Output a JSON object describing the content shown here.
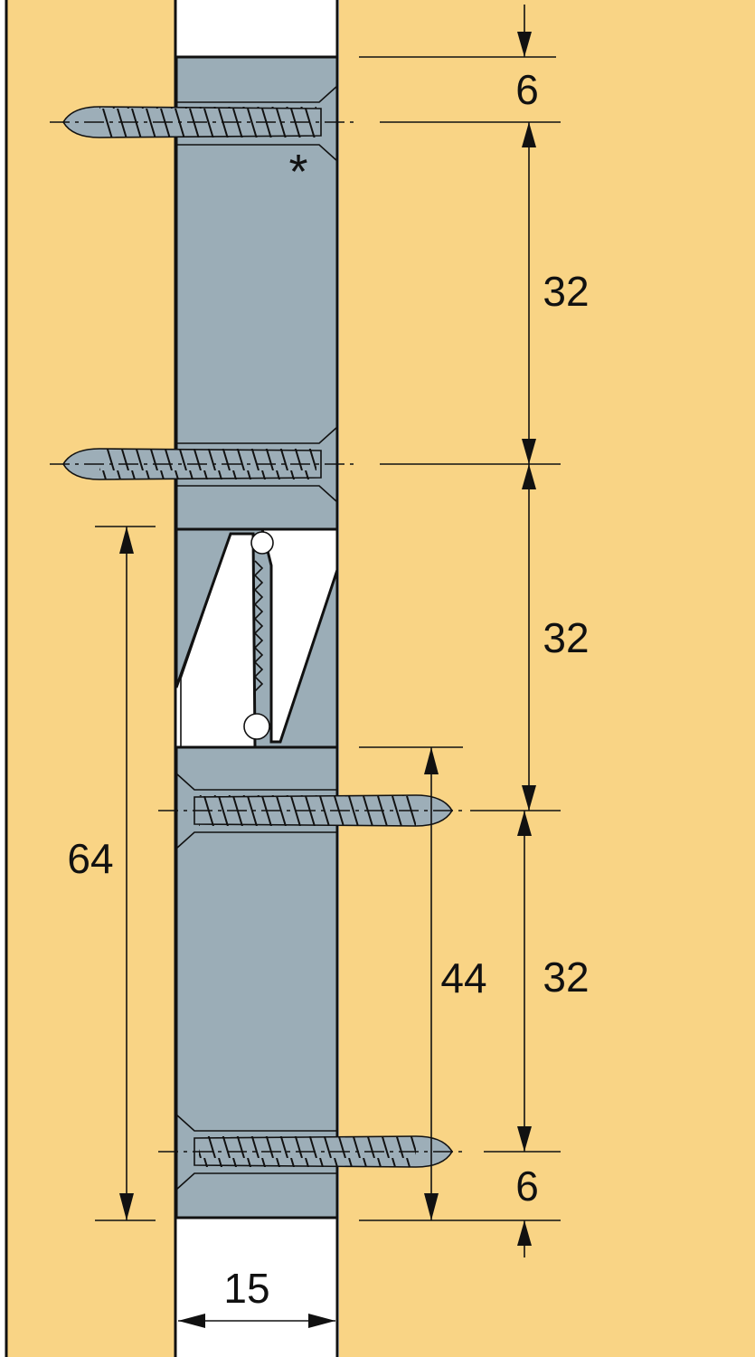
{
  "colors": {
    "wood": "#F9D485",
    "metal": "#9BADB7",
    "screw": "#9DAEB8",
    "gap": "#FFFFFF",
    "line": "#111111"
  },
  "dimensions": {
    "top_offset": "6",
    "spacing_1": "32",
    "spacing_2": "32",
    "spacing_3": "32",
    "bottom_offset": "6",
    "total_height": "64",
    "screw_span": "44",
    "width": "15"
  },
  "marker": {
    "symbol": "*"
  }
}
